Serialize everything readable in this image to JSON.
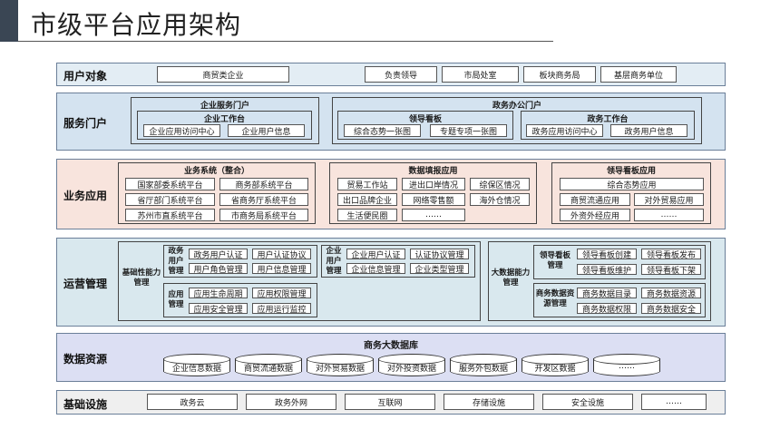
{
  "title": "市级平台应用架构",
  "layers": {
    "user": {
      "label": "用户对象",
      "items": [
        "商贸类企业",
        "负责领导",
        "市局处室",
        "板块商务局",
        "基层商务单位"
      ]
    },
    "portal": {
      "label": "服务门户",
      "enterprise": {
        "title": "企业服务门户",
        "workbench": "企业工作台",
        "items": [
          "企业应用访问中心",
          "企业用户信息"
        ]
      },
      "gov": {
        "title": "政务办公门户",
        "board": {
          "title": "领导看板",
          "items": [
            "综合态势一张图",
            "专题专项一张图"
          ]
        },
        "workbench": {
          "title": "政务工作台",
          "items": [
            "政务应用访问中心",
            "政务用户信息"
          ]
        }
      }
    },
    "business": {
      "label": "业务应用",
      "systems": {
        "title": "业务系统（整合）",
        "items": [
          "国家部委系统平台",
          "商务部系统平台",
          "省厅部门系统平台",
          "省商务厅系统平台",
          "苏州市直系统平台",
          "市商务局系统平台"
        ]
      },
      "fill": {
        "title": "数据填报应用",
        "items": [
          "贸易工作站",
          "进出口岸情况",
          "综保区情况",
          "出口品牌企业",
          "网络零售额",
          "海外仓情况",
          "生活便民圈",
          "……"
        ]
      },
      "board": {
        "title": "领导看板应用",
        "items": [
          "综合态势应用",
          "商贸流通应用",
          "对外贸易应用",
          "外资外经应用",
          "……"
        ]
      }
    },
    "ops": {
      "label": "运营管理",
      "basic_label": "基础性能力管理",
      "gov_user": {
        "label": "政务用户管理",
        "items": [
          "政务用户认证",
          "用户认证协议",
          "用户角色管理",
          "用户信息管理"
        ]
      },
      "ent_user": {
        "label": "企业用户管理",
        "items": [
          "企业用户认证",
          "认证协议管理",
          "企业信息管理",
          "企业类型管理"
        ]
      },
      "app_mgmt": {
        "label": "应用管理",
        "items": [
          "应用生命周期",
          "应用权限管理",
          "应用安全管理",
          "应用运行监控"
        ]
      },
      "bigdata_label": "大数据能力管理",
      "board_mgmt": {
        "label": "领导看板管理",
        "items": [
          "领导看板创建",
          "领导看板发布",
          "领导看板维护",
          "领导看板下架"
        ]
      },
      "res_mgmt": {
        "label": "商务数据资源管理",
        "items": [
          "商务数据目录",
          "商务数据资源",
          "商务数据权限",
          "商务数据安全"
        ]
      }
    },
    "data": {
      "label": "数据资源",
      "db_title": "商务大数据库",
      "items": [
        "企业信息数据",
        "商贸流通数据",
        "对外贸易数据",
        "对外投资数据",
        "服务外包数据",
        "开发区数据",
        "……"
      ]
    },
    "infra": {
      "label": "基础设施",
      "items": [
        "政务云",
        "政务外网",
        "互联网",
        "存储设施",
        "安全设施",
        "……"
      ]
    }
  },
  "colors": {
    "user": "#e3edf4",
    "portal": "#d4e3f0",
    "business": "#f8e4dd",
    "ops": "#d9e8ee",
    "data": "#dcdff3",
    "infra": "#efefef"
  }
}
